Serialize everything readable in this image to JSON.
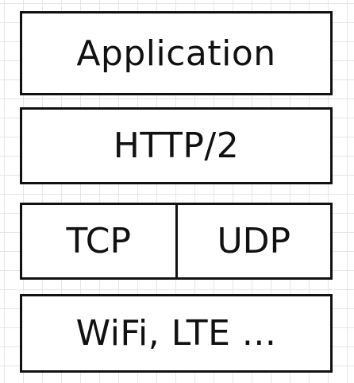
{
  "layers": {
    "application": "Application",
    "http": "HTTP/2",
    "transport": {
      "left": "TCP",
      "right": "UDP"
    },
    "link": "WiFi, LTE ..."
  }
}
